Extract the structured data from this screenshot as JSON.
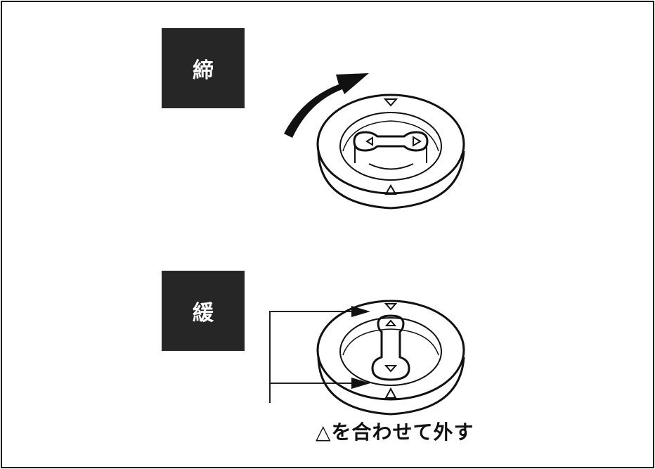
{
  "sections": {
    "tighten": {
      "label": "締",
      "direction_arrow": "clockwise-rotate-arrow"
    },
    "loosen": {
      "label": "緩",
      "pointer_arrows": "alignment-pointer-arrows"
    }
  },
  "caption": {
    "symbol": "△",
    "text": "を合わせて外す"
  },
  "colors": {
    "label_bg": "#262626",
    "label_fg": "#ffffff",
    "line": "#111111",
    "frame": "#1a1a1a"
  }
}
